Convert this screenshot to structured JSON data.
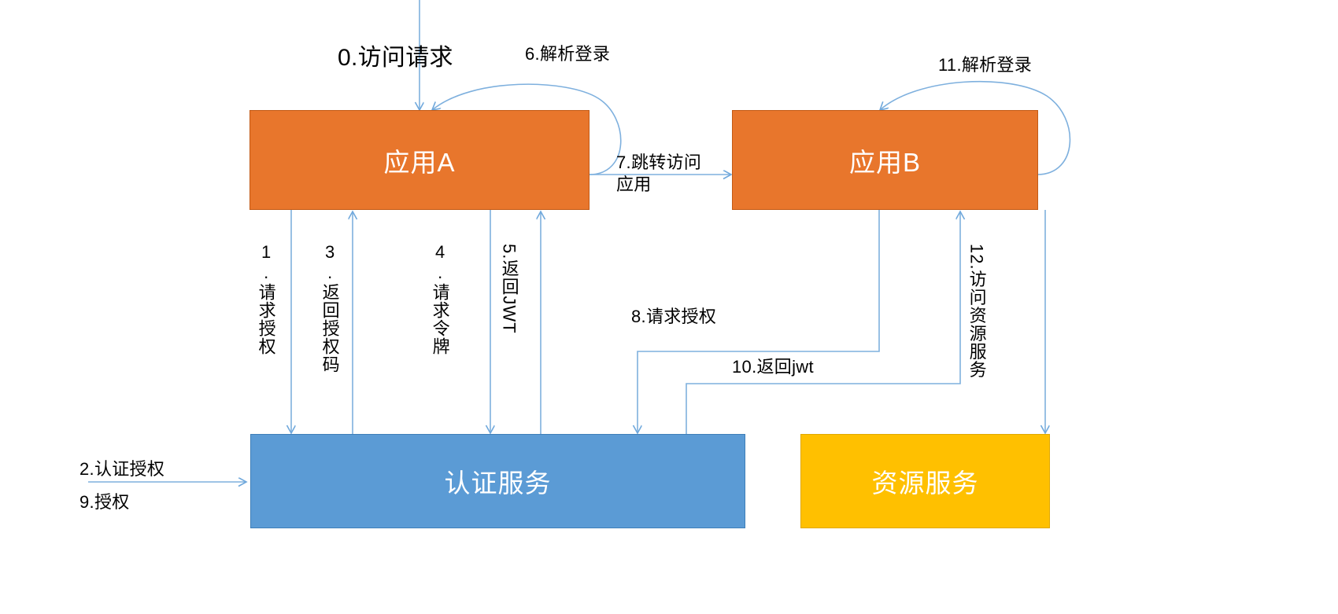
{
  "diagram": {
    "title_text": "",
    "colors": {
      "app_fill": "#E8762C",
      "auth_fill": "#5B9BD5",
      "resource_fill": "#FFC000",
      "edge_stroke": "#5B9BD5",
      "text": "#000000",
      "node_text": "#FFFFFF",
      "background": "#FFFFFF"
    },
    "nodes": [
      {
        "id": "app-a",
        "label": "应用A",
        "type": "application"
      },
      {
        "id": "app-b",
        "label": "应用B",
        "type": "application"
      },
      {
        "id": "auth-service",
        "label": "认证服务",
        "type": "service"
      },
      {
        "id": "resource-service",
        "label": "资源服务",
        "type": "service"
      }
    ],
    "edges": [
      {
        "id": "step-0",
        "label": "0.访问请求",
        "from": "external",
        "to": "app-a"
      },
      {
        "id": "step-1",
        "label": "1.\n请\n求\n授\n权",
        "from": "app-a",
        "to": "auth-service"
      },
      {
        "id": "step-2",
        "label": "2.认证授权",
        "from": "external",
        "to": "auth-service"
      },
      {
        "id": "step-3",
        "label": "3.\n返\n回\n授\n权\n码",
        "from": "auth-service",
        "to": "app-a"
      },
      {
        "id": "step-4",
        "label": "4.\n请\n求\n令\n牌",
        "from": "app-a",
        "to": "auth-service"
      },
      {
        "id": "step-5",
        "label": "5.返回JWT",
        "from": "auth-service",
        "to": "app-a"
      },
      {
        "id": "step-6",
        "label": "6.解析登录",
        "from": "app-a",
        "to": "app-a"
      },
      {
        "id": "step-7",
        "label": "7.跳转访问\n应用",
        "from": "app-a",
        "to": "app-b"
      },
      {
        "id": "step-8",
        "label": "8.请求授权",
        "from": "app-b",
        "to": "auth-service"
      },
      {
        "id": "step-9",
        "label": "9.授权",
        "from": "external",
        "to": "auth-service"
      },
      {
        "id": "step-10",
        "label": "10.返回jwt",
        "from": "auth-service",
        "to": "app-b"
      },
      {
        "id": "step-11",
        "label": "11.解析登录",
        "from": "app-b",
        "to": "app-b"
      },
      {
        "id": "step-12",
        "label": "12.访问资源服务",
        "from": "app-b",
        "to": "resource-service"
      }
    ],
    "labels": {
      "step0": "0.访问请求",
      "step1": "1.请求授权",
      "step2": "2.认证授权",
      "step3": "3.返回授权码",
      "step4": "4.请求令牌",
      "step5": "5.返回JWT",
      "step6": "6.解析登录",
      "step7_line1": "7.跳转访问",
      "step7_line2": "应用",
      "step8": "8.请求授权",
      "step9": "9.授权",
      "step10": "10.返回jwt",
      "step11": "11.解析登录",
      "step12": "12.访问资源服务"
    }
  }
}
